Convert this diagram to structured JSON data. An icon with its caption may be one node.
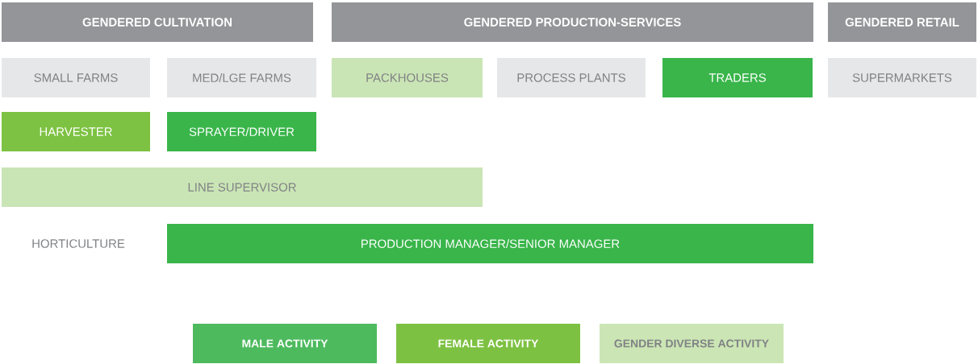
{
  "diagram": {
    "nodes": [
      {
        "text": [
          "GENDERED CULTIVATION"
        ]
      },
      {
        "text": [
          "GENDERED PRODUCTION-SERVICES"
        ]
      },
      {
        "text": [
          "GENDERED RETAIL"
        ]
      },
      {
        "text": [
          "SMALL FARMS"
        ]
      },
      {
        "text": [
          "MED/LGE FARMS"
        ]
      },
      {
        "text": [
          "PACKHOUSES"
        ]
      },
      {
        "text": [
          "PROCESS PLANTS"
        ]
      },
      {
        "text": [
          "TRADERS"
        ]
      },
      {
        "text": [
          "SUPERMARKETS"
        ]
      },
      {
        "text": [
          "HARVESTER"
        ]
      },
      {
        "text": [
          "SPRAYER/DRIVER"
        ]
      },
      {
        "text": [
          "LINE SUPERVISOR"
        ]
      },
      {
        "text": [
          "PRODUCTION MANAGER/SENIOR MANAGER"
        ]
      }
    ],
    "labels": [
      "HORTICULTURE"
    ],
    "legend": [
      {
        "text": "MALE ACTIVITY",
        "color": "#4dba5e"
      },
      {
        "text": "FEMALE ACTIVITY",
        "color": "#7dc142"
      },
      {
        "text": "GENDER DIVERSE ACTIVITY",
        "color": "#cbe6b4"
      }
    ]
  }
}
